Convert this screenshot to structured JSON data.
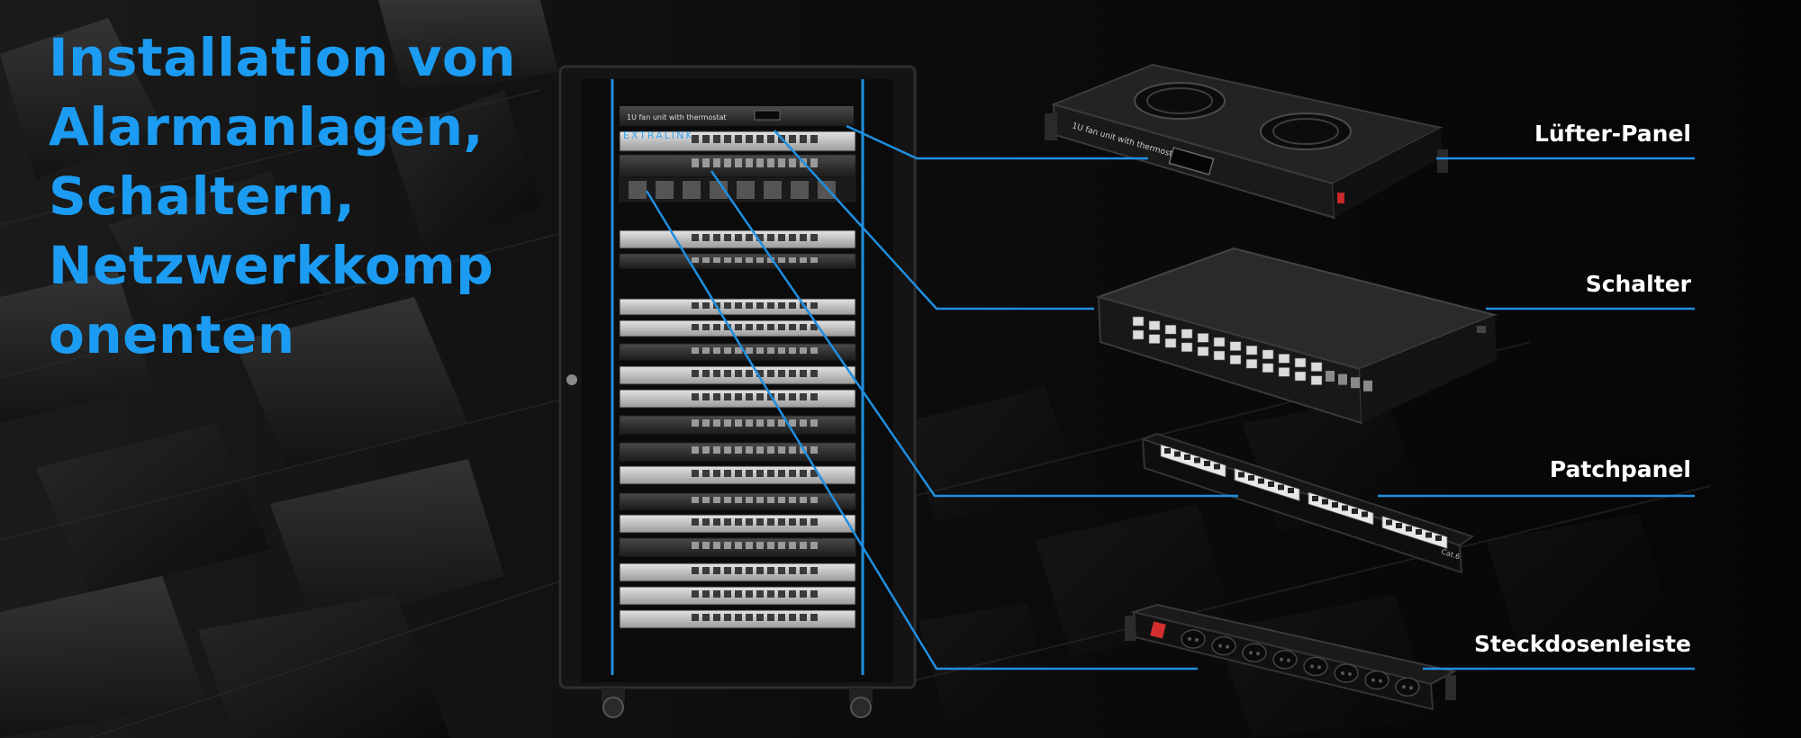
{
  "headline": {
    "lines": [
      "Installation von",
      "Alarmanlagen,",
      "Schaltern,",
      "Netzwerkkomp",
      "onenten"
    ],
    "color": "#1b9cf2"
  },
  "fan_panel": {
    "top_text": "1U fan unit with thermostat",
    "icon": "fan-icon"
  },
  "patch_panel": {
    "badge": "Cat.6"
  },
  "rack": {
    "top_unit_text": "1U fan unit with thermostat",
    "brand": "EXTRALINK"
  },
  "callouts": [
    {
      "label": "Lüfter-Panel"
    },
    {
      "label": "Schalter"
    },
    {
      "label": "Patchpanel"
    },
    {
      "label": "Steckdosenleiste"
    }
  ],
  "colors": {
    "accent": "#1b9cf2",
    "callout_line": "#1f8fe0",
    "label_text": "#ffffff",
    "background": "#060606"
  }
}
